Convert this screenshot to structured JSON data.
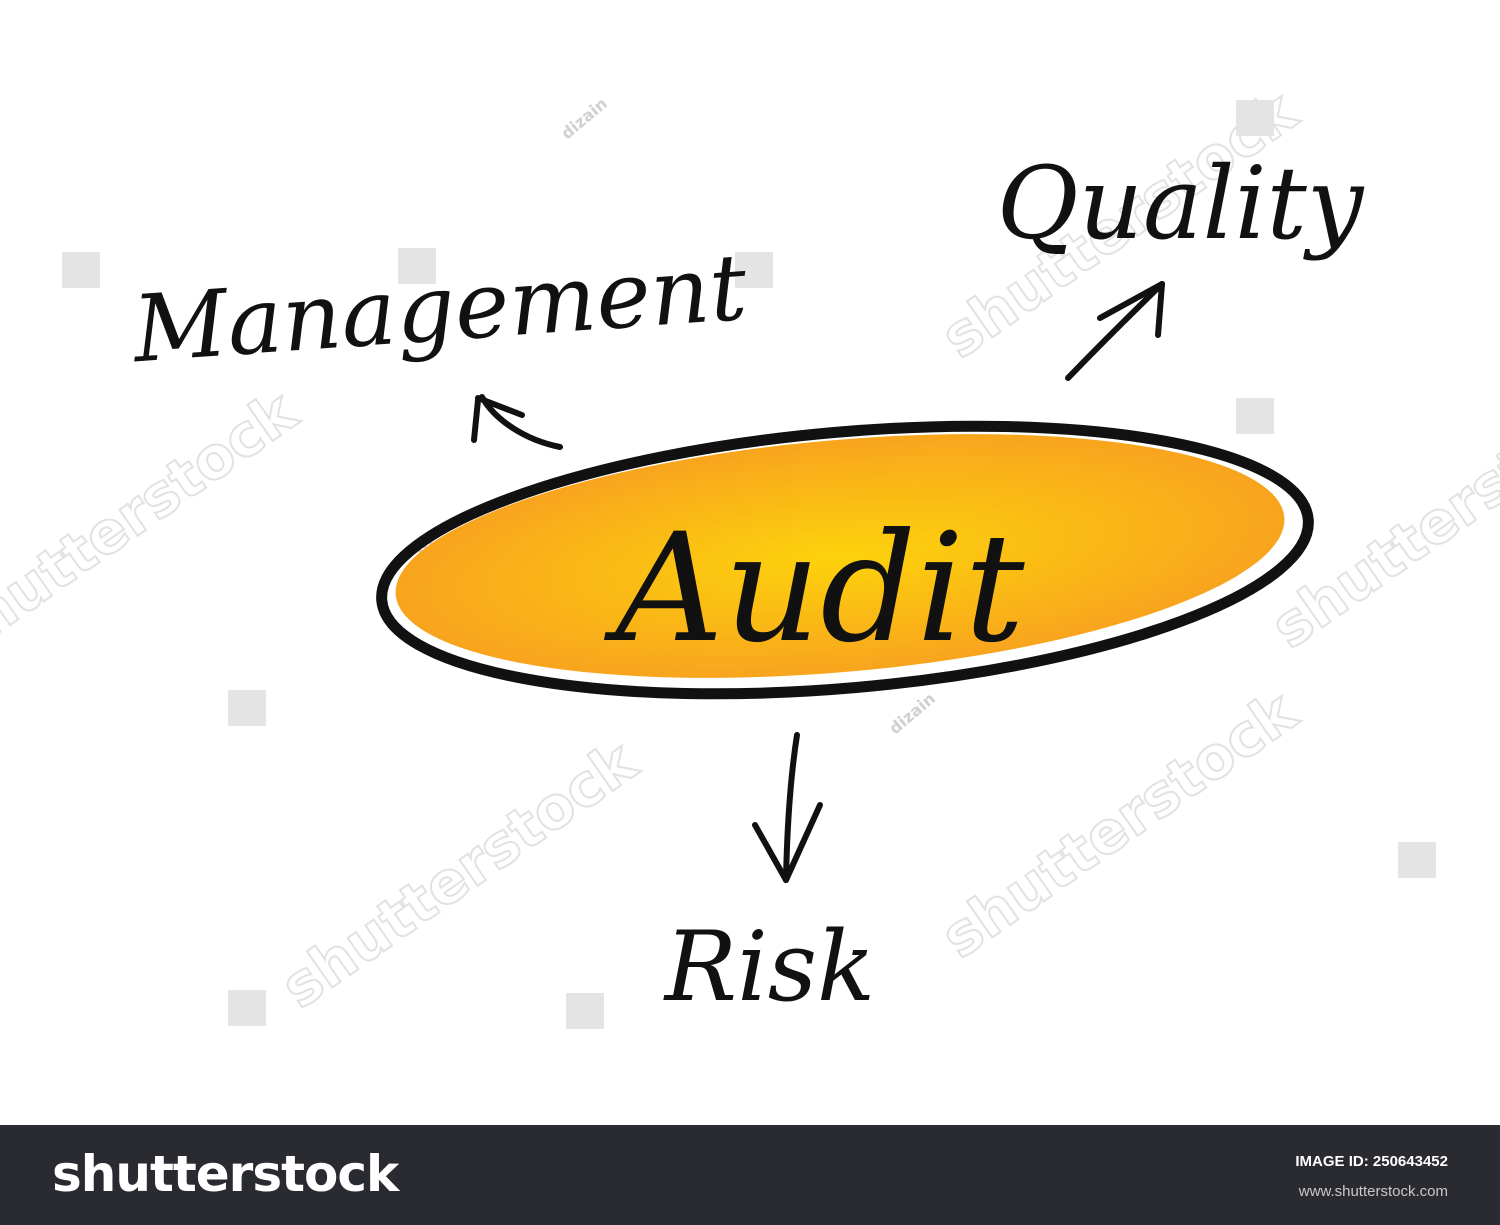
{
  "diagram": {
    "center_label": "Audit",
    "nodes": [
      {
        "id": "management",
        "label": "Management"
      },
      {
        "id": "quality",
        "label": "Quality"
      },
      {
        "id": "risk",
        "label": "Risk"
      }
    ],
    "colors": {
      "ellipse_center": "#fdd20c",
      "ellipse_edge": "#f7a01f",
      "outline": "#111111"
    }
  },
  "watermarks": {
    "brand": "shutterstock",
    "author": "dizain"
  },
  "footer": {
    "brand": "shutterstock",
    "image_id_label": "IMAGE ID:",
    "image_id": "250643452",
    "site": "www.shutterstock.com"
  }
}
